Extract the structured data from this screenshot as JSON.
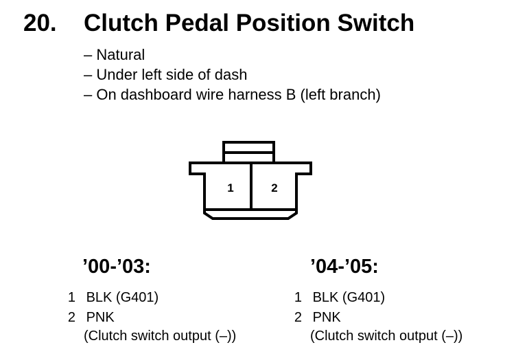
{
  "title": {
    "number": "20.",
    "text": "Clutch Pedal Position Switch"
  },
  "details": [
    "– Natural",
    "– Under left side of dash",
    "– On dashboard wire harness B (left branch)"
  ],
  "connector": {
    "pin_labels": [
      "1",
      "2"
    ]
  },
  "years": [
    {
      "heading": "’00-’03:",
      "pins": [
        {
          "number": "1",
          "text": "BLK (G401)"
        },
        {
          "number": "2",
          "text": "PNK"
        }
      ],
      "note": "(Clutch switch output (–))"
    },
    {
      "heading": "’04-’05:",
      "pins": [
        {
          "number": "1",
          "text": "BLK (G401)"
        },
        {
          "number": "2",
          "text": "PNK"
        }
      ],
      "note": "(Clutch switch output (–))"
    }
  ]
}
